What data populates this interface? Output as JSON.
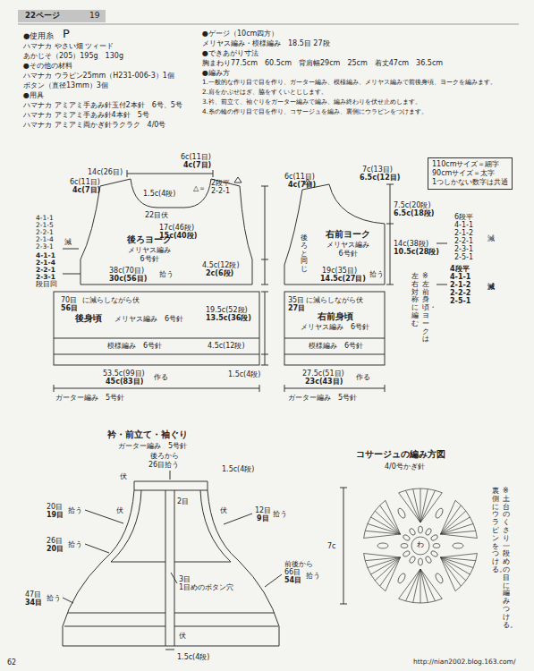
{
  "diagram": {
    "nodes": [
      {
        "text": [
          "110cmサイズ＝細字",
          "90cmサイズ＝太字",
          "1つしかない数字は共通"
        ]
      },
      {
        "text": [
          "後ろヨーク",
          "メリヤス編み",
          "6号針"
        ]
      },
      {
        "text": [
          "後身頃",
          "メリヤス編み　6号針"
        ]
      },
      {
        "text": [
          "右前ヨーク",
          "メリヤス編み",
          "6号針"
        ]
      },
      {
        "text": [
          "右前身頃",
          "メリヤス編み　6号針"
        ]
      }
    ],
    "labels": [
      "22ページ",
      "19",
      "●使用糸",
      "P",
      "ハマナカ やさい畑 ツィード",
      "あかじそ（205）195g　130g",
      "●その他の材料",
      "ハマナカ ウラピン25mm（H231-006-3）1個",
      "ボタン（直径13mm）3個",
      "●用具",
      "ハマナカ アミアミ手あみ針玉付2本針　6号、5号",
      "ハマナカ アミアミ手あみ針4本針　5号",
      "ハマナカ アミアミ両かぎ針ラクラク　4/0号",
      "●ゲージ（10cm四方）",
      "メリヤス編み・模様編み　18.5目 27段",
      "●できあがり寸法",
      "胸まわり77.5cm　60.5cm　背肩幅29cm　25cm　着丈47cm　36.5cm",
      "●編み方",
      "1.一般的な作り目で目を作り、ガーター編み、模様編み、メリヤス編みで前後身頃、ヨークを編みます。",
      "2.肩をかぶせはぎ、脇をすくいとじします。",
      "3.衿、前立て、袖ぐりをガーター編みで編み、編み終わりを伏せ止めします。",
      "4.糸の輪の作り目で目を作り、コサージュを編み、裏側にウラピンをつけます。",
      "14c(26目)",
      "6c(11目)",
      "4c(7目)",
      "6c(11目)",
      "4c(7目)",
      "1.5c(4段)",
      "22目伏",
      "△＝",
      "2段平",
      "2-2-1",
      "4-1-1",
      "2-1-5",
      "2-2-1",
      "2-1-4",
      "2-3-1",
      "減",
      "4-1-1",
      "2-1-4",
      "2-2-1",
      "2-3-1",
      "段目回",
      "17c(46段)",
      "15c(40段)",
      "4.5c(12段)",
      "2c(6段)",
      "38c(70目)",
      "30c(56目)",
      "拾う",
      "70目",
      "56目",
      "に減らしながら伏",
      "19.5c(52段)",
      "13.5c(36段)",
      "模様編み　6号針",
      "4.5c(12段)",
      "1.5c(4段)",
      "53.5c(99目)",
      "45c(83目)",
      "作る",
      "ガーター編み　5号針",
      "6c(11目)",
      "4c(7目)",
      "7c(13目)",
      "6.5c(12目)",
      "7.5c(20段)",
      "6.5c(18段)",
      "後ろと同じ",
      "14c(38段)",
      "10.5c(28段)",
      "19c(35目)",
      "14.5c(27目)",
      "拾う",
      "※左前身頃・ヨークは",
      "左右対称に編む",
      "35目",
      "27目",
      "に減らしながら伏",
      "模様編み　6号針",
      "27.5c(51目)",
      "23c(43目)",
      "作る",
      "ガーター編み　5号針",
      "6段平",
      "4-1-1",
      "2-1-2",
      "2-2-1",
      "2-3-1",
      "2-5-1",
      "減",
      "4段平",
      "4-1-1",
      "2-1-2",
      "2-2-2",
      "2-5-1",
      "減",
      "衿・前立て・袖ぐり",
      "ガーター編み　5号針",
      "後ろから",
      "26目拾う",
      "1.5c(4段)",
      "伏",
      "伏",
      "2目",
      "12目",
      "9目",
      "拾う",
      "伏",
      "20目",
      "19目",
      "拾う",
      "26目",
      "20目",
      "拾う",
      "前後から",
      "66目",
      "54目",
      "拾う",
      "47目",
      "34目",
      "拾う",
      "3目",
      "1目めのボタン穴",
      "伏",
      "1.5c(4段)",
      "コサージュの編み方図",
      "4/0号かぎ針",
      "7c",
      "わ",
      "※土台のくさり一段めの目に編みつける。",
      "裏側にウラピンをつける。",
      "62",
      "http://nian2002.blog.163.com/"
    ]
  }
}
